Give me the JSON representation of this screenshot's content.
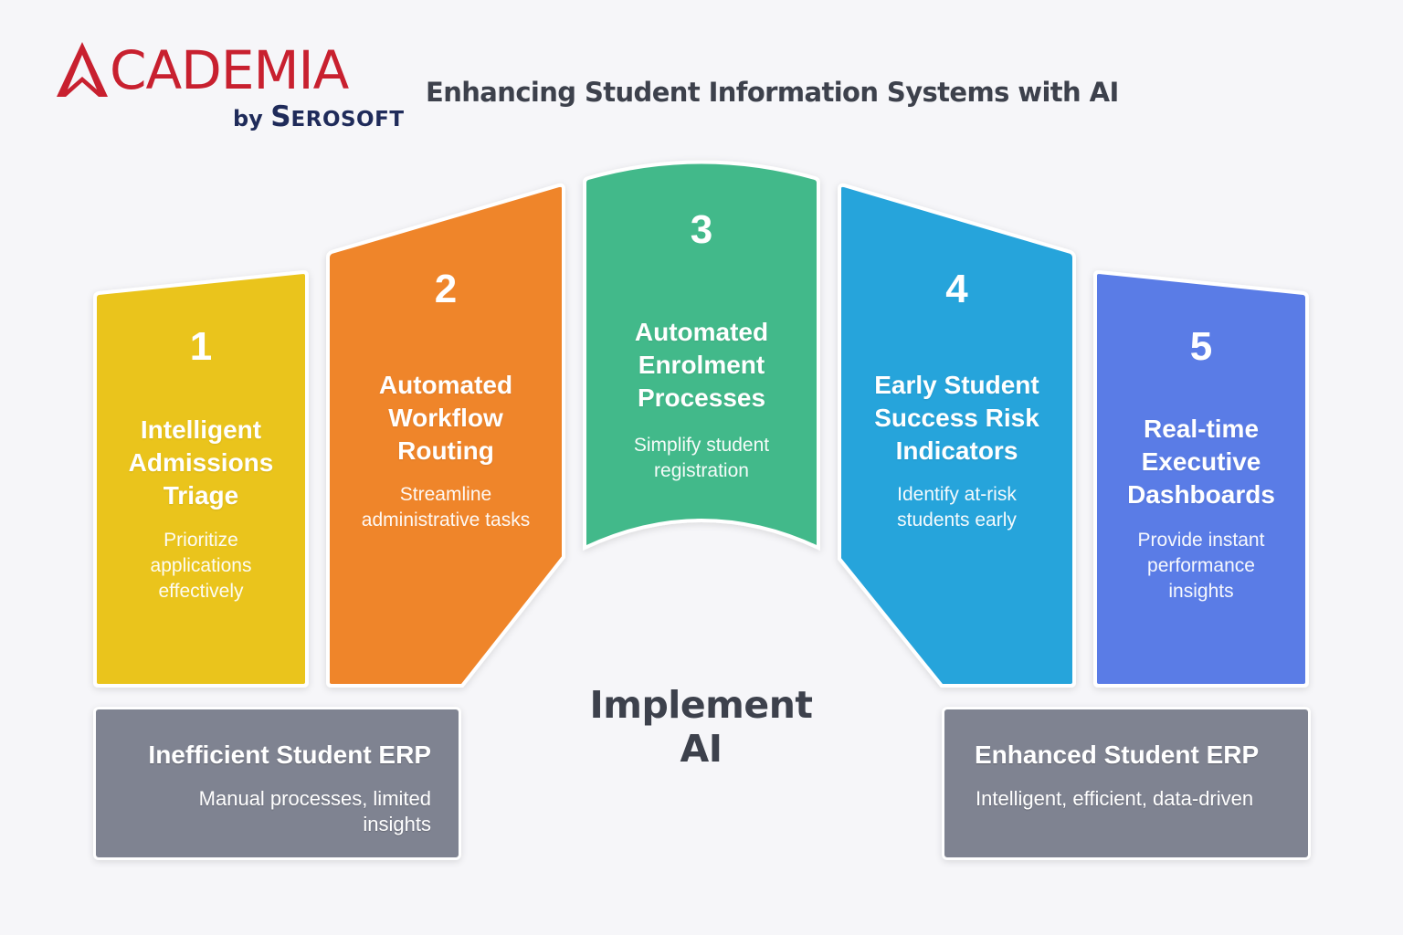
{
  "header": {
    "logo_word": "CADEMIA",
    "logo_by": "by",
    "logo_brand_initial": "S",
    "logo_brand_rest": "EROSOFT",
    "title": "Enhancing Student Information Systems with AI"
  },
  "colors": {
    "brand_red": "#c8202f",
    "brand_navy": "#1f2b5a",
    "card_1": "#eac41f",
    "card_2": "#ef852c",
    "card_3": "#42b98a",
    "card_4": "#28a4db",
    "card_5": "#5a7be6",
    "erp_box": "#7f8391",
    "text_dark": "#3d414c",
    "background": "#f6f6f9"
  },
  "steps": [
    {
      "number": "1",
      "title": [
        "Intelligent",
        "Admissions",
        "Triage"
      ],
      "description": [
        "Prioritize",
        "applications",
        "effectively"
      ]
    },
    {
      "number": "2",
      "title": [
        "Automated",
        "Workflow",
        "Routing"
      ],
      "description": [
        "Streamline",
        "administrative tasks"
      ]
    },
    {
      "number": "3",
      "title": [
        "Automated",
        "Enrolment",
        "Processes"
      ],
      "description": [
        "Simplify student",
        "registration"
      ]
    },
    {
      "number": "4",
      "title": [
        "Early Student",
        "Success Risk",
        "Indicators"
      ],
      "description": [
        "Identify at-risk",
        "students early"
      ]
    },
    {
      "number": "5",
      "title": [
        "Real-time",
        "Executive",
        "Dashboards"
      ],
      "description": [
        "Provide instant",
        "performance",
        "insights"
      ]
    }
  ],
  "center_label": "Implement AI",
  "before": {
    "title": "Inefficient Student ERP",
    "description": [
      "Manual processes, limited",
      "insights"
    ]
  },
  "after": {
    "title": "Enhanced Student ERP",
    "description": [
      "Intelligent, efficient, data-driven"
    ]
  }
}
